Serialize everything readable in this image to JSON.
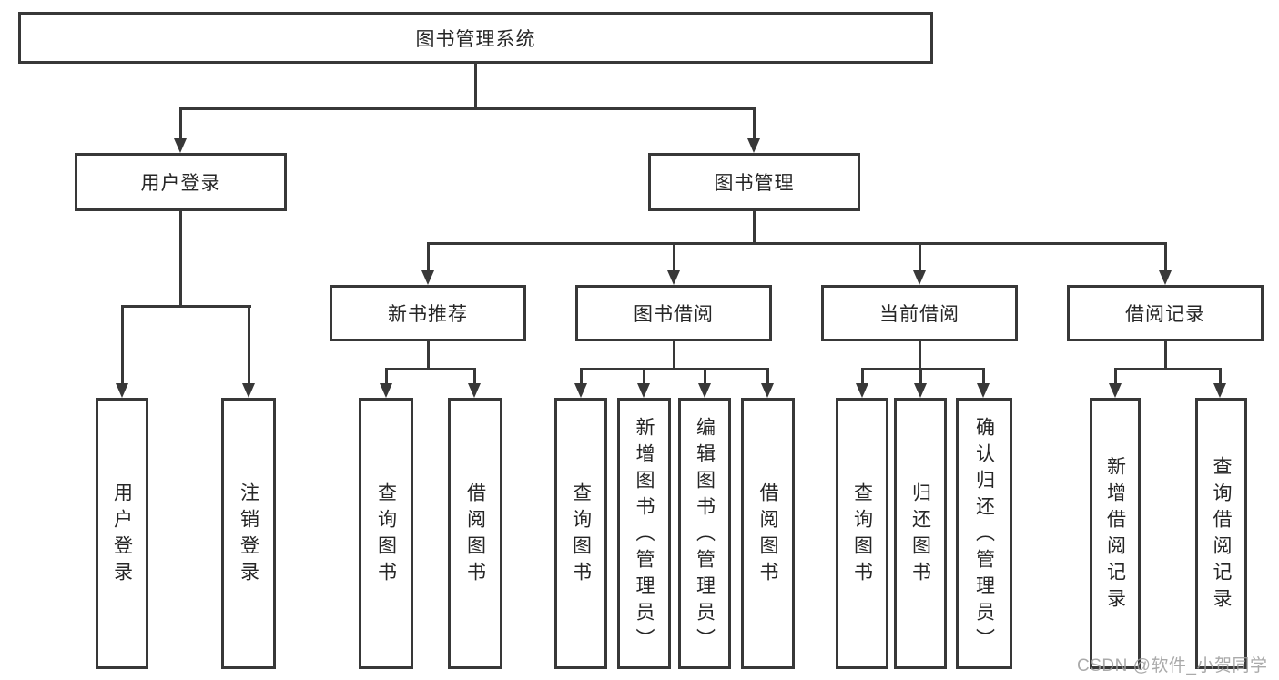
{
  "diagram": {
    "root": {
      "label": "图书管理系统"
    },
    "level2": [
      {
        "label": "用户登录"
      },
      {
        "label": "图书管理"
      }
    ],
    "level3": [
      {
        "label": "新书推荐"
      },
      {
        "label": "图书借阅"
      },
      {
        "label": "当前借阅"
      },
      {
        "label": "借阅记录"
      }
    ],
    "leaves": {
      "user_login": [
        "用户登录",
        "注销登录"
      ],
      "new_book": [
        "查询图书",
        "借阅图书"
      ],
      "borrow": [
        "查询图书",
        "新增图书（管理员）",
        "编辑图书（管理员）",
        "借阅图书"
      ],
      "current": [
        "查询图书",
        "归还图书",
        "确认归还（管理员）"
      ],
      "records": [
        "新增借阅记录",
        "查询借阅记录"
      ]
    }
  },
  "watermark": "CSDN @软件_小贺同学",
  "colors": {
    "line": "#383838",
    "text": "#262626",
    "background": "#ffffff",
    "watermark": "#9e9e9e"
  }
}
